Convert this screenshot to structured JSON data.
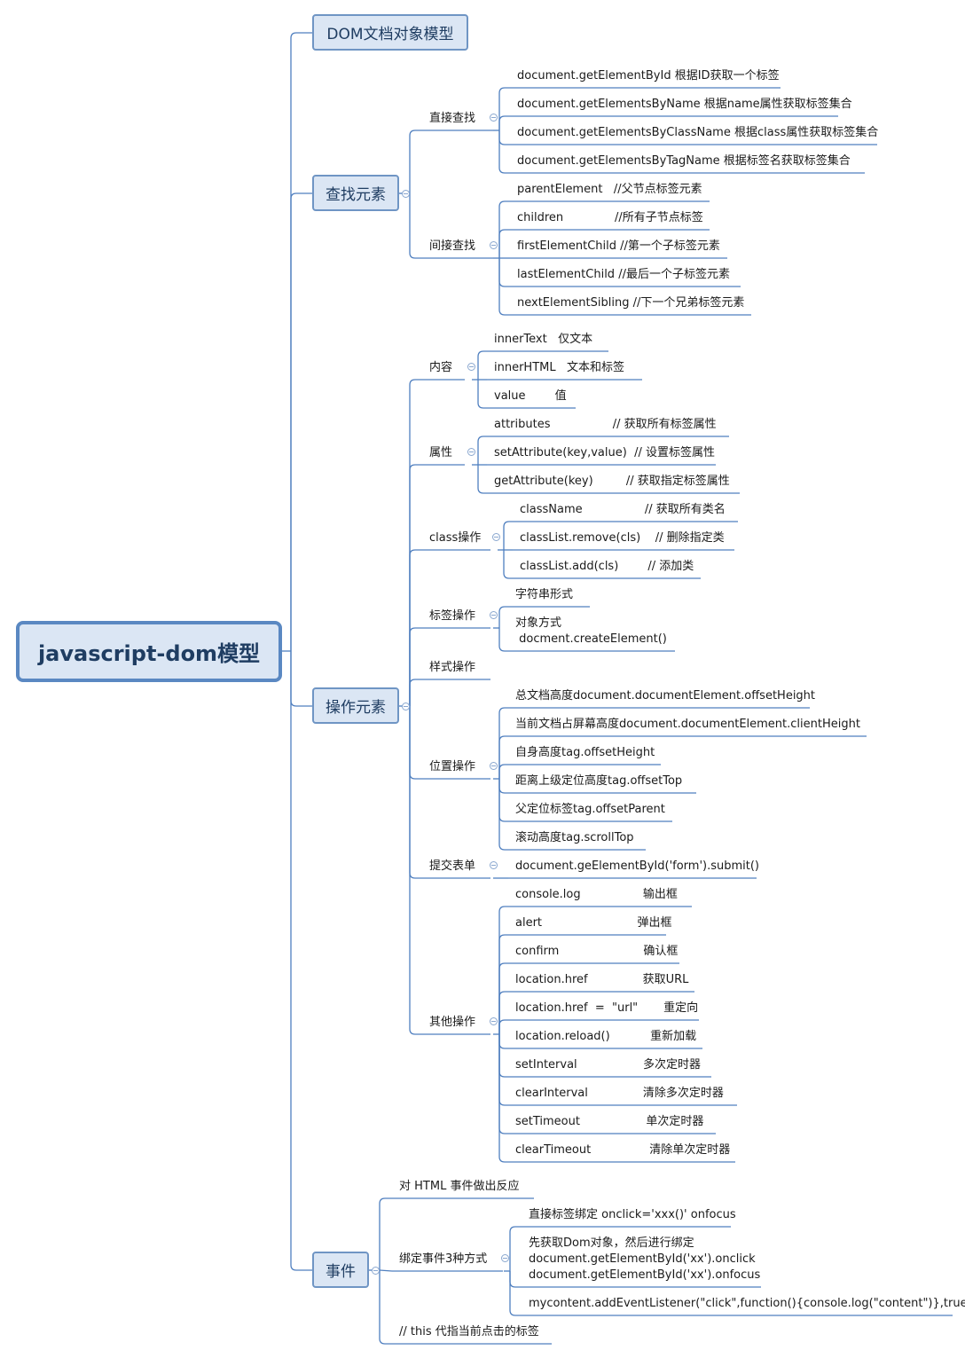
{
  "root": "javascript-dom模型",
  "branches": {
    "dom": "DOM文档对象模型",
    "find": "查找元素",
    "op": "操作元素",
    "event": "事件"
  },
  "find": {
    "direct": {
      "label": "直接查找",
      "items": [
        "document.getElementById 根据ID获取一个标签",
        "document.getElementsByName 根据name属性获取标签集合",
        "document.getElementsByClassName 根据class属性获取标签集合",
        "document.getElementsByTagName 根据标签名获取标签集合"
      ]
    },
    "indirect": {
      "label": "间接查找",
      "items": [
        "parentElement   //父节点标签元素",
        "children              //所有子节点标签",
        "firstElementChild //第一个子标签元素",
        "lastElementChild //最后一个子标签元素",
        "nextElementSibling //下一个兄弟标签元素"
      ]
    }
  },
  "op": {
    "content": {
      "label": "内容",
      "items": [
        "innerText   仅文本",
        "innerHTML   文本和标签",
        "value        值"
      ]
    },
    "attr": {
      "label": "属性",
      "items": [
        "attributes                 // 获取所有标签属性",
        "setAttribute(key,value)  // 设置标签属性",
        "getAttribute(key)         // 获取指定标签属性"
      ]
    },
    "cls": {
      "label": "class操作",
      "items": [
        "className                 // 获取所有类名",
        "classList.remove(cls)    // 删除指定类",
        "classList.add(cls)        // 添加类"
      ]
    },
    "tag": {
      "label": "标签操作",
      "items": [
        "字符串形式",
        "对象方式\n docment.createElement()"
      ]
    },
    "style": {
      "label": "样式操作"
    },
    "pos": {
      "label": "位置操作",
      "items": [
        "总文档高度document.documentElement.offsetHeight",
        "当前文档占屏幕高度document.documentElement.clientHeight",
        "自身高度tag.offsetHeight",
        "距离上级定位高度tag.offsetTop",
        "父定位标签tag.offsetParent",
        "滚动高度tag.scrollTop"
      ]
    },
    "submit": {
      "label": "提交表单",
      "items": [
        "document.geElementById('form').submit()"
      ]
    },
    "other": {
      "label": "其他操作",
      "items": [
        "console.log                 输出框",
        "alert                          弹出框",
        "confirm                       确认框",
        "location.href               获取URL",
        "location.href  =  \"url\"       重定向",
        "location.reload()           重新加载",
        "setInterval                  多次定时器",
        "clearInterval               清除多次定时器",
        "setTimeout                  单次定时器",
        "clearTimeout                清除单次定时器"
      ]
    }
  },
  "event": {
    "react": "对 HTML 事件做出反应",
    "bind": {
      "label": "绑定事件3种方式",
      "items": [
        "直接标签绑定 onclick='xxx()' onfocus",
        "先获取Dom对象，然后进行绑定\ndocument.getElementById('xx').onclick\ndocument.getElementById('xx').onfocus",
        "mycontent.addEventListener(\"click\",function(){console.log(\"content\")},true);"
      ]
    },
    "this": "// this 代指当前点击的标签"
  },
  "colors": {
    "line": "#4f7fbf",
    "box_fill": "#dbe6f4",
    "box_border": "#6f95c4"
  }
}
